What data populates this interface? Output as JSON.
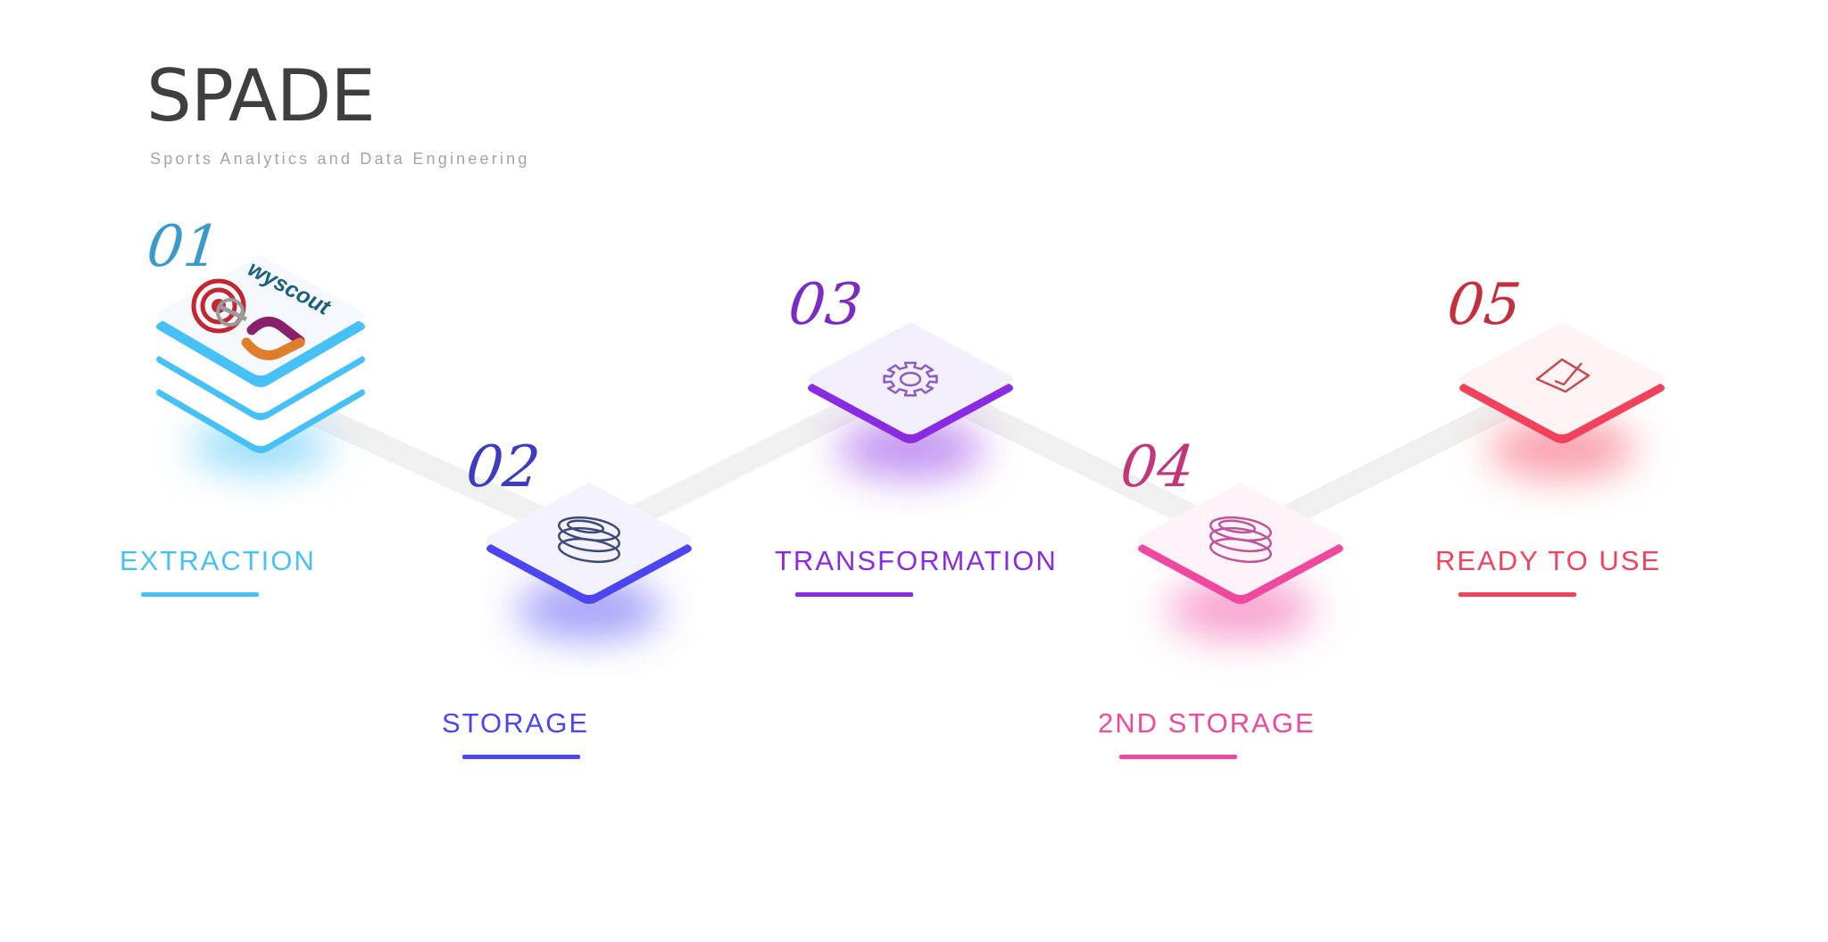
{
  "header": {
    "title": "SPADE",
    "subtitle": "Sports Analytics and Data Engineering"
  },
  "steps": [
    {
      "number": "01",
      "label": "EXTRACTION",
      "icon": "data-source-logos-icon",
      "color": "#45c1f8"
    },
    {
      "number": "02",
      "label": "STORAGE",
      "icon": "database-icon",
      "color": "#4c45f2"
    },
    {
      "number": "03",
      "label": "TRANSFORMATION",
      "icon": "gear-icon",
      "color": "#8a2be4"
    },
    {
      "number": "04",
      "label": "2ND STORAGE",
      "icon": "database-icon",
      "color": "#f0479f"
    },
    {
      "number": "05",
      "label": "READY TO USE",
      "icon": "check-box-icon",
      "color": "#f2425b"
    }
  ],
  "logos": {
    "wyscout": "wyscout"
  },
  "number_colors": [
    "#3a9ac9",
    "#3d3bbf",
    "#7b2ac4",
    "#c2367c",
    "#c42f3e"
  ]
}
